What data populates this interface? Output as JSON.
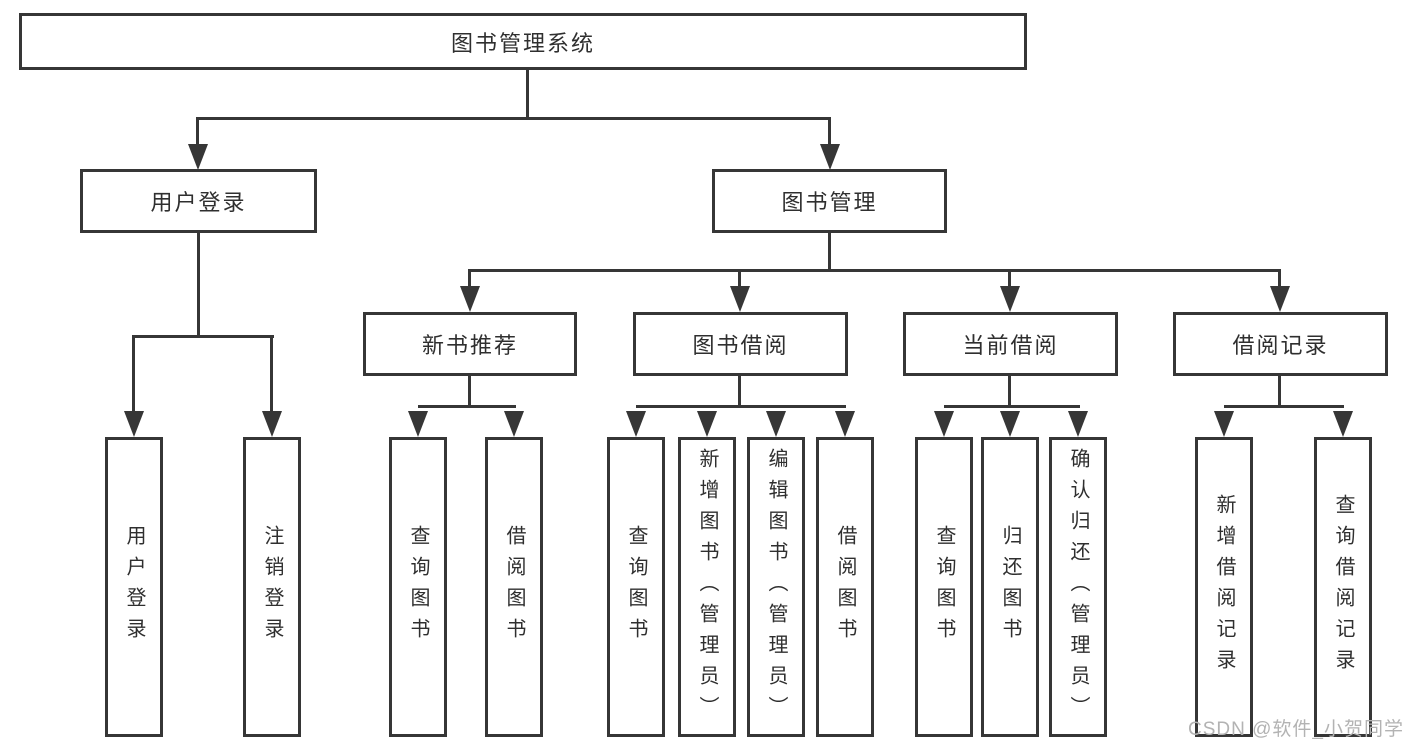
{
  "diagram": {
    "root": "图书管理系统",
    "user_login": {
      "label": "用户登录",
      "children": [
        "用户登录",
        "注销登录"
      ]
    },
    "book_mgmt": {
      "label": "图书管理"
    },
    "groups": [
      {
        "label": "新书推荐",
        "children": [
          "查询图书",
          "借阅图书"
        ]
      },
      {
        "label": "图书借阅",
        "children": [
          "查询图书",
          "新增图书（管理员）",
          "编辑图书（管理员）",
          "借阅图书"
        ]
      },
      {
        "label": "当前借阅",
        "children": [
          "查询图书",
          "归还图书",
          "确认归还（管理员）"
        ]
      },
      {
        "label": "借阅记录",
        "children": [
          "新增借阅记录",
          "查询借阅记录"
        ]
      }
    ]
  },
  "watermark": "CSDN @软件_小贺同学",
  "colors": {
    "line": "#363636",
    "text": "#2f2f2f",
    "watermark": "#b3b3b3",
    "background": "#ffffff"
  }
}
